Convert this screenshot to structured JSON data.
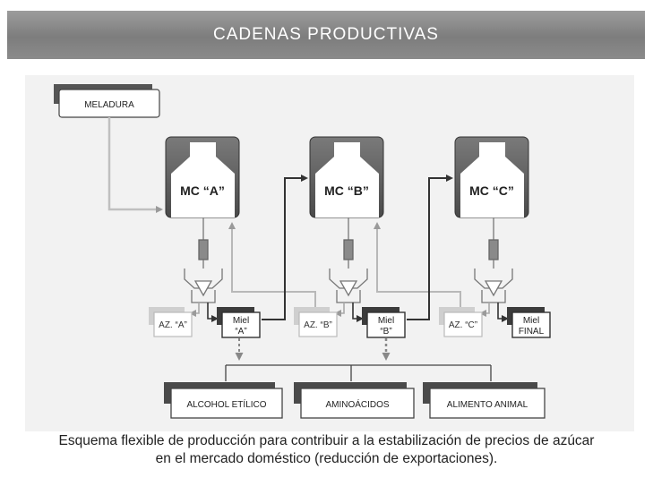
{
  "header": {
    "title": "CADENAS PRODUCTIVAS"
  },
  "nodes": {
    "meladura": "MELADURA",
    "mc_a": "MC “A”",
    "mc_b": "MC “B”",
    "mc_c": "MC “C”",
    "az_a": "AZ. “A”",
    "az_b": "AZ. “B”",
    "az_c": "AZ. “C”",
    "miel_a": [
      "Miel",
      "“A”"
    ],
    "miel_b": [
      "Miel",
      "“B”"
    ],
    "miel_final": [
      "Miel",
      "FINAL"
    ],
    "alcohol": "ALCOHOL ETÍLICO",
    "aminoacidos": "AMINOÁCIDOS",
    "alimento": "ALIMENTO ANIMAL"
  },
  "caption": {
    "line1": "Esquema flexible de producción para contribuir a la estabilización de precios de azúcar",
    "line2": "en el mercado doméstico (reducción de exportaciones)."
  },
  "colors": {
    "dark": "#3a3a3a",
    "light": "#c4c4c4",
    "arrow_dashed": "#8a8a8a"
  }
}
